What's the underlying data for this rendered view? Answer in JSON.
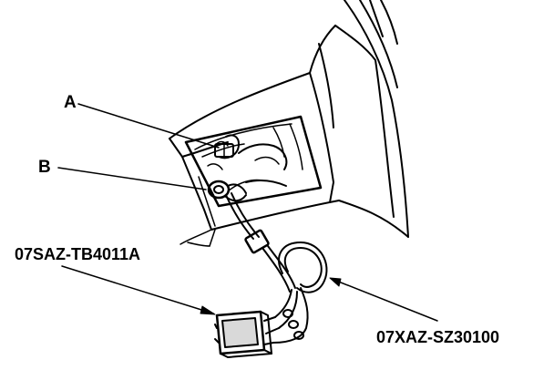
{
  "callouts": {
    "a": "A",
    "b": "B",
    "tool_left": "07SAZ-TB4011A",
    "tool_right": "07XAZ-SZ30100"
  },
  "colors": {
    "ink": "#000000",
    "paper": "#ffffff",
    "shade": "#d9d9d9"
  }
}
